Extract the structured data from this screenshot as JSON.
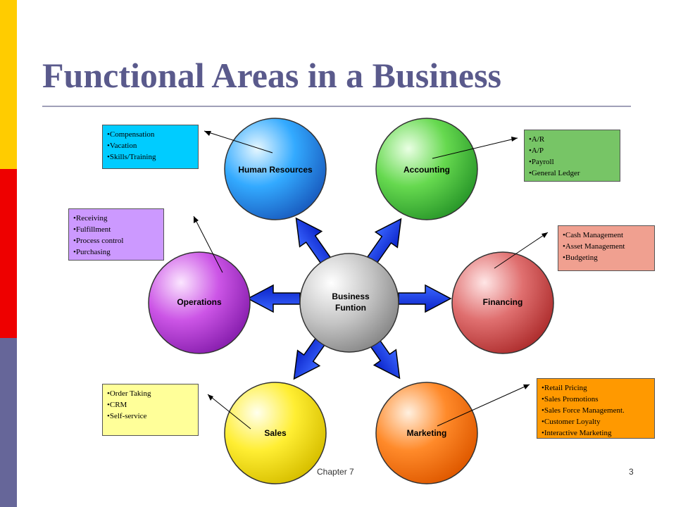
{
  "slide": {
    "title": "Functional Areas in a Business",
    "footer_chapter": "Chapter 7",
    "page_number": "3"
  },
  "center": {
    "label_line1": "Business",
    "label_line2": "Funtion",
    "color": "#bfbfbf"
  },
  "nodes": [
    {
      "id": "human-resources",
      "label": "Human Resources",
      "color": "#33aaff"
    },
    {
      "id": "accounting",
      "label": "Accounting",
      "color": "#55cc44"
    },
    {
      "id": "financing",
      "label": "Financing",
      "color": "#d04848"
    },
    {
      "id": "marketing",
      "label": "Marketing",
      "color": "#ff7a1a"
    },
    {
      "id": "sales",
      "label": "Sales",
      "color": "#ffee22"
    },
    {
      "id": "operations",
      "label": "Operations",
      "color": "#c040e0"
    }
  ],
  "boxes": {
    "human_resources": {
      "bg": "#00ccff",
      "items": [
        "Compensation",
        "Vacation",
        "Skills/Training"
      ]
    },
    "accounting": {
      "bg": "#77c566",
      "items": [
        "A/R",
        "A/P",
        "Payroll",
        "General Ledger"
      ]
    },
    "operations": {
      "bg": "#cc99ff",
      "items": [
        "Receiving",
        "Fulfillment",
        "Process control",
        "Purchasing"
      ]
    },
    "financing": {
      "bg": "#f0a090",
      "items": [
        "Cash Management",
        "Asset Management",
        "Budgeting"
      ]
    },
    "sales": {
      "bg": "#ffff99",
      "items": [
        "Order Taking",
        "CRM",
        "Self-service"
      ]
    },
    "marketing": {
      "bg": "#ff9900",
      "items": [
        "Retail Pricing",
        "Sales Promotions",
        "Sales Force Management.",
        "Customer Loyalty",
        "Interactive Marketing"
      ]
    }
  }
}
